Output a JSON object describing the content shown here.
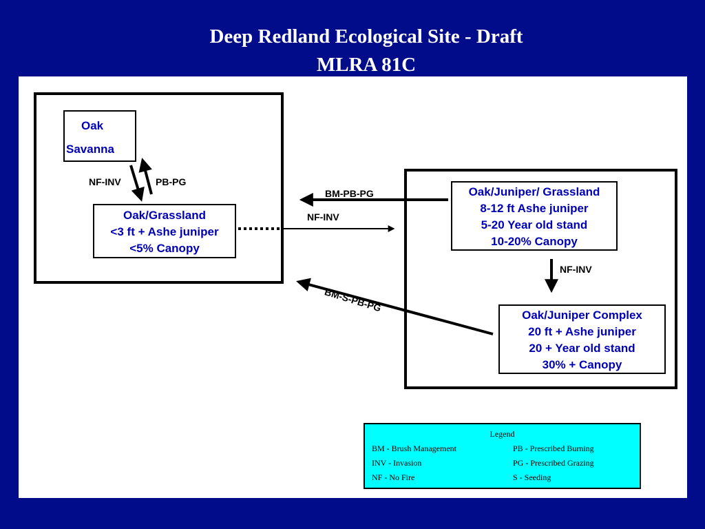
{
  "title": {
    "line1": "Deep Redland Ecological Site - Draft",
    "line2": "MLRA 81C"
  },
  "states": {
    "oak_savanna": {
      "line1": "Oak",
      "line2": "Savanna"
    },
    "oak_grassland": {
      "lines": [
        "Oak/Grassland",
        "<3 ft + Ashe juniper",
        "<5% Canopy"
      ]
    },
    "oak_juniper_grassland": {
      "lines": [
        "Oak/Juniper/ Grassland",
        "8-12 ft Ashe juniper",
        "5-20 Year old stand",
        "10-20% Canopy"
      ]
    },
    "oak_juniper_complex": {
      "lines": [
        "Oak/Juniper Complex",
        "20 ft + Ashe juniper",
        "20 + Year old stand",
        "30% + Canopy"
      ]
    }
  },
  "transitions": {
    "nf_inv_left": "NF-INV",
    "pb_pg": "PB-PG",
    "bm_pb_pg": "BM-PB-PG",
    "nf_inv_mid": "NF-INV",
    "nf_inv_right": "NF-INV",
    "bm_s_pb_pg": "BM-S-PB-PG"
  },
  "legend": {
    "title": "Legend",
    "items": [
      [
        "BM - Brush Management",
        "PB - Prescribed Burning"
      ],
      [
        "INV - Invasion",
        "PG - Prescribed Grazing"
      ],
      [
        "NF - No Fire",
        "S - Seeding"
      ]
    ]
  },
  "colors": {
    "background": "#000c8a",
    "state_text": "#0000b4",
    "legend_fill": "#00ffff"
  }
}
